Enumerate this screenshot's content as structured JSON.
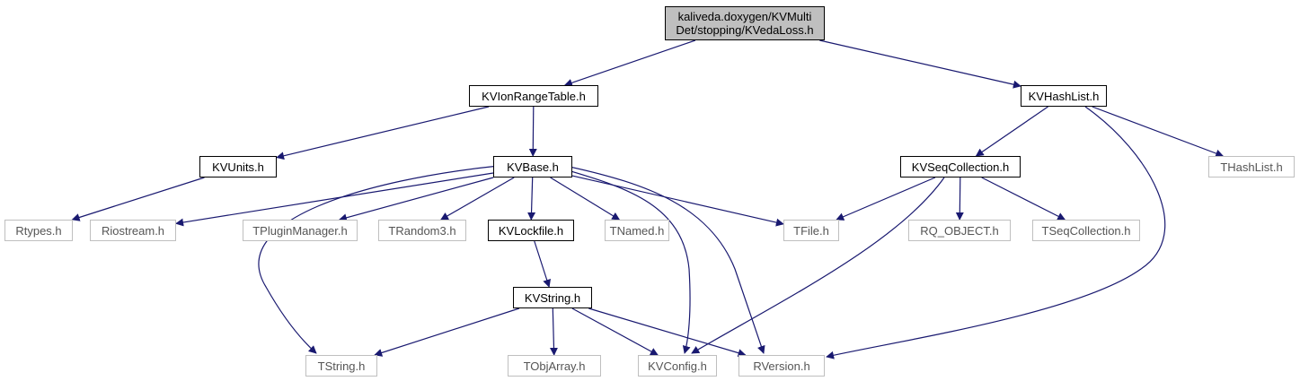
{
  "colors": {
    "edge": "#191970",
    "root_fill": "#bfbfbf",
    "external_border": "#bfbfbf"
  },
  "nodes": [
    {
      "id": "root",
      "label": "kaliveda.doxygen/KVMulti\nDet/stopping/KVedaLoss.h",
      "style": "root"
    },
    {
      "id": "kvionrangetable",
      "label": "KVIonRangeTable.h",
      "style": "documented"
    },
    {
      "id": "kvhashlist",
      "label": "KVHashList.h",
      "style": "documented"
    },
    {
      "id": "kvunits",
      "label": "KVUnits.h",
      "style": "documented"
    },
    {
      "id": "kvbase",
      "label": "KVBase.h",
      "style": "documented"
    },
    {
      "id": "kvseqcollection",
      "label": "KVSeqCollection.h",
      "style": "documented"
    },
    {
      "id": "thashlist",
      "label": "THashList.h",
      "style": "external"
    },
    {
      "id": "rtypes",
      "label": "Rtypes.h",
      "style": "external"
    },
    {
      "id": "riostream",
      "label": "Riostream.h",
      "style": "external"
    },
    {
      "id": "tpluginmanager",
      "label": "TPluginManager.h",
      "style": "external"
    },
    {
      "id": "trandom3",
      "label": "TRandom3.h",
      "style": "external"
    },
    {
      "id": "kvlockfile",
      "label": "KVLockfile.h",
      "style": "documented"
    },
    {
      "id": "tnamed",
      "label": "TNamed.h",
      "style": "external"
    },
    {
      "id": "tfile",
      "label": "TFile.h",
      "style": "external"
    },
    {
      "id": "rqobject",
      "label": "RQ_OBJECT.h",
      "style": "external"
    },
    {
      "id": "tseqcollection",
      "label": "TSeqCollection.h",
      "style": "external"
    },
    {
      "id": "kvstring",
      "label": "KVString.h",
      "style": "documented"
    },
    {
      "id": "tstring",
      "label": "TString.h",
      "style": "external"
    },
    {
      "id": "tobjarray",
      "label": "TObjArray.h",
      "style": "external"
    },
    {
      "id": "kvconfig",
      "label": "KVConfig.h",
      "style": "external"
    },
    {
      "id": "rversion",
      "label": "RVersion.h",
      "style": "external"
    }
  ],
  "edges": [
    {
      "from": "root",
      "to": "kvionrangetable"
    },
    {
      "from": "root",
      "to": "kvhashlist"
    },
    {
      "from": "kvionrangetable",
      "to": "kvunits"
    },
    {
      "from": "kvionrangetable",
      "to": "kvbase"
    },
    {
      "from": "kvunits",
      "to": "rtypes"
    },
    {
      "from": "kvbase",
      "to": "riostream"
    },
    {
      "from": "kvbase",
      "to": "tpluginmanager"
    },
    {
      "from": "kvbase",
      "to": "trandom3"
    },
    {
      "from": "kvbase",
      "to": "kvlockfile"
    },
    {
      "from": "kvbase",
      "to": "tnamed"
    },
    {
      "from": "kvbase",
      "to": "tfile"
    },
    {
      "from": "kvbase",
      "to": "tstring"
    },
    {
      "from": "kvbase",
      "to": "kvconfig"
    },
    {
      "from": "kvbase",
      "to": "rversion"
    },
    {
      "from": "kvhashlist",
      "to": "kvseqcollection"
    },
    {
      "from": "kvhashlist",
      "to": "thashlist"
    },
    {
      "from": "kvhashlist",
      "to": "rversion"
    },
    {
      "from": "kvseqcollection",
      "to": "tfile"
    },
    {
      "from": "kvseqcollection",
      "to": "rqobject"
    },
    {
      "from": "kvseqcollection",
      "to": "tseqcollection"
    },
    {
      "from": "kvseqcollection",
      "to": "kvconfig"
    },
    {
      "from": "kvlockfile",
      "to": "kvstring"
    },
    {
      "from": "kvstring",
      "to": "tstring"
    },
    {
      "from": "kvstring",
      "to": "tobjarray"
    },
    {
      "from": "kvstring",
      "to": "kvconfig"
    },
    {
      "from": "kvstring",
      "to": "rversion"
    }
  ]
}
